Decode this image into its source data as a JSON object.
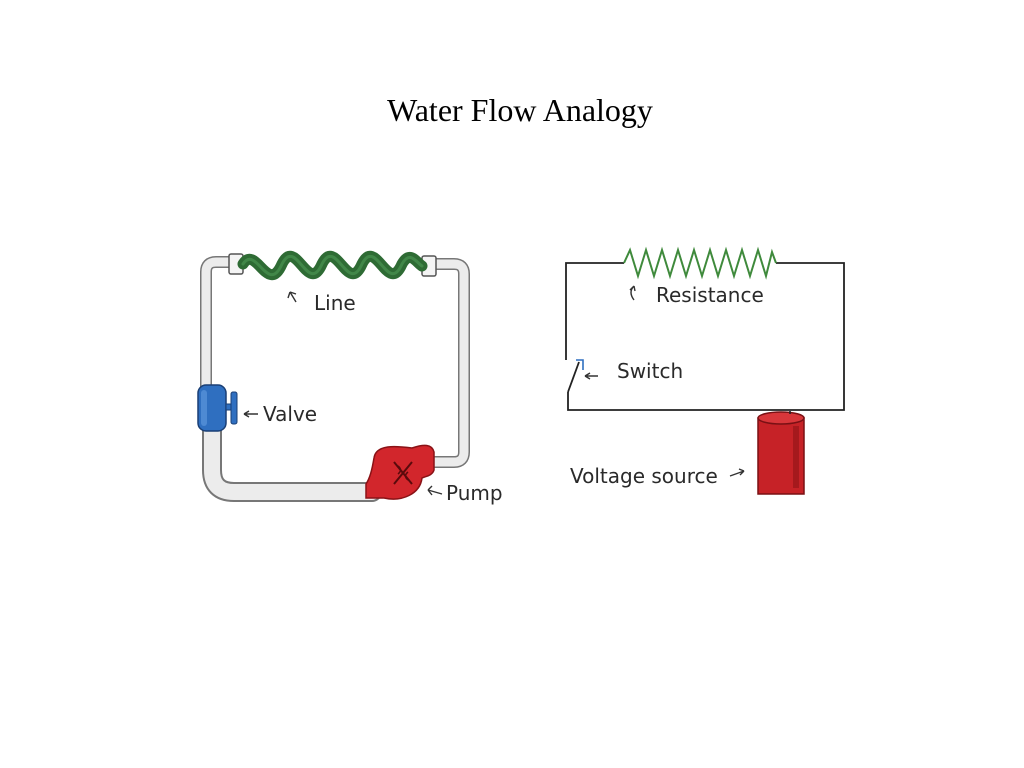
{
  "title": "Water Flow Analogy",
  "water_diagram": {
    "labels": {
      "line": "Line",
      "valve": "Valve",
      "pump": "Pump"
    }
  },
  "circuit_diagram": {
    "labels": {
      "resistance": "Resistance",
      "switch": "Switch",
      "voltage_source": "Voltage source"
    }
  },
  "colors": {
    "line_coil": "#2e6b34",
    "valve": "#2f6fc0",
    "pump": "#d2262c",
    "voltage_source": "#c62227",
    "resistor": "#3f8a3c",
    "pipe": "#e6e6e6",
    "wire": "#222222"
  }
}
